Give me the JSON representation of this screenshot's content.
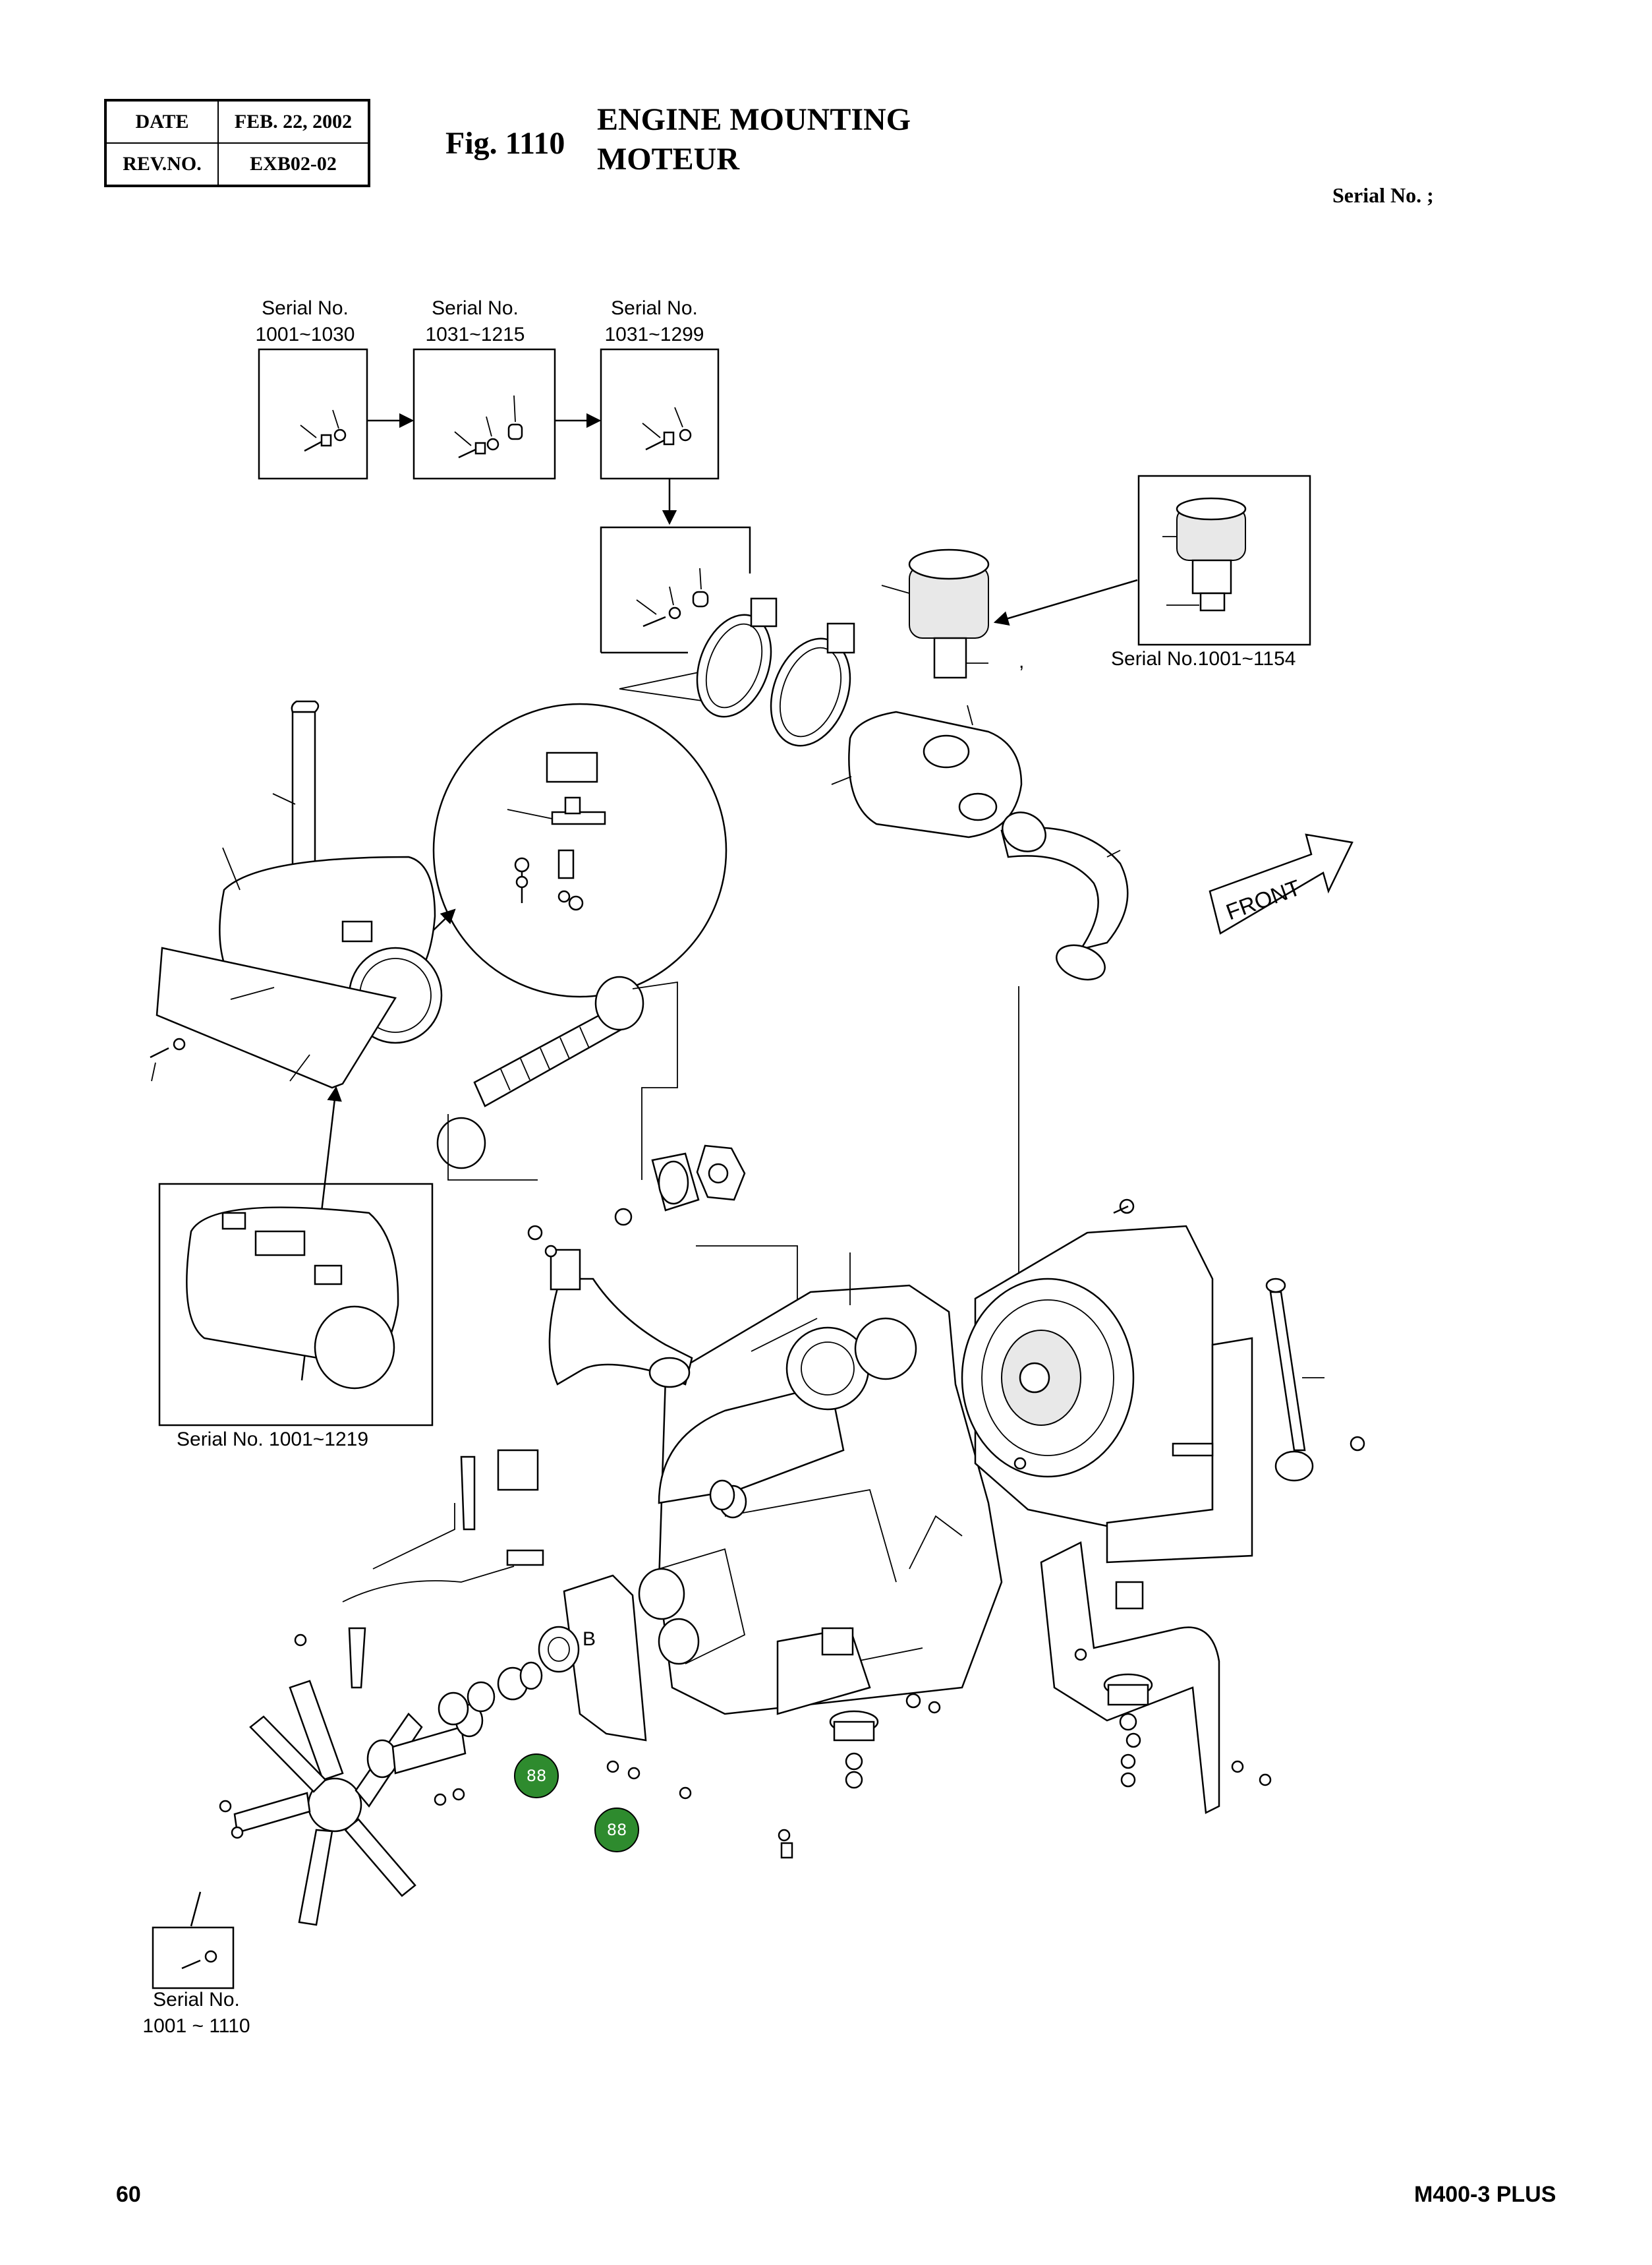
{
  "header": {
    "date_label": "DATE",
    "date_value": "FEB. 22, 2002",
    "rev_label": "REV.NO.",
    "rev_value": "EXB02-02"
  },
  "figure": {
    "number": "Fig. 1110",
    "title_en": "ENGINE MOUNTING",
    "title_fr": "MOTEUR",
    "serial_header": "Serial No. ;"
  },
  "callouts": {
    "box1": {
      "label": "Serial No.",
      "range": "1001~1030"
    },
    "box2": {
      "label": "Serial No.",
      "range": "1031~1215"
    },
    "box3": {
      "label": "Serial No.",
      "range": "1031~1299"
    },
    "air_cleaner": "Serial No.1001~1154",
    "muffler": "Serial No. 1001~1219",
    "fan_bolt": {
      "label": "Serial No.",
      "range": "1001 ~ 1110"
    },
    "comma": ","
  },
  "diagram": {
    "front_label": "FRONT",
    "detail_letter": "B",
    "badges": [
      "88",
      "88"
    ],
    "badge_color": "#2e8b2e"
  },
  "footer": {
    "page_number": "60",
    "model": "M400-3 PLUS"
  }
}
